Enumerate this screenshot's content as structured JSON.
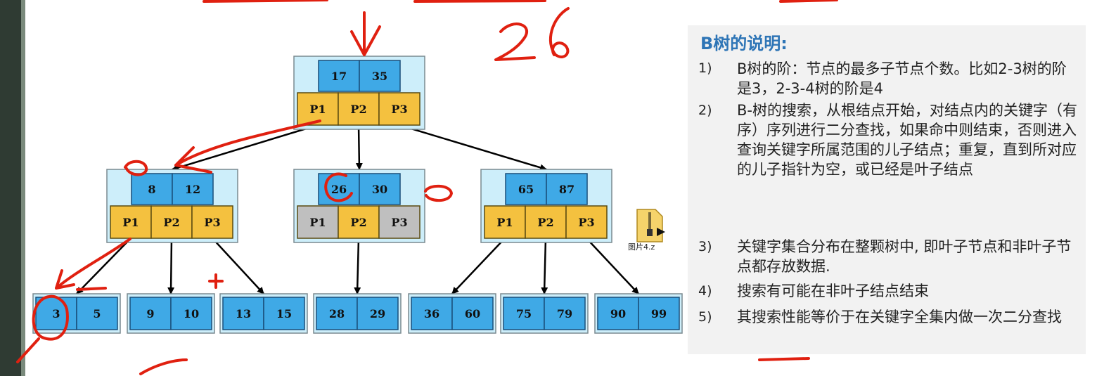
{
  "tree": {
    "root": {
      "keys": [
        "17",
        "35"
      ],
      "pointers": [
        "P1",
        "P2",
        "P3"
      ]
    },
    "internal": [
      {
        "keys": [
          "8",
          "12"
        ],
        "pointers": [
          "P1",
          "P2",
          "P3"
        ],
        "pointer_state": [
          "filled",
          "filled",
          "filled"
        ]
      },
      {
        "keys": [
          "26",
          "30"
        ],
        "pointers": [
          "P1",
          "P2",
          "P3"
        ],
        "pointer_state": [
          "empty",
          "filled",
          "empty"
        ]
      },
      {
        "keys": [
          "65",
          "87"
        ],
        "pointers": [
          "P1",
          "P2",
          "P3"
        ],
        "pointer_state": [
          "filled",
          "filled",
          "filled"
        ]
      }
    ],
    "leaves": [
      [
        "3",
        "5"
      ],
      [
        "9",
        "10"
      ],
      [
        "13",
        "15"
      ],
      [
        "28",
        "29"
      ],
      [
        "36",
        "60"
      ],
      [
        "75",
        "79"
      ],
      [
        "90",
        "99"
      ]
    ]
  },
  "colors": {
    "key_cell": "#3fa9e6",
    "pointer_filled": "#f4c13f",
    "pointer_empty": "#bfbfbf",
    "node_bg": "#cdeefa",
    "title_blue": "#2e75b6",
    "annotation_red": "#e02010"
  },
  "file_icon": {
    "icon": "zip-file-icon",
    "name": "图片4.z"
  },
  "description": {
    "title": "B树的说明:",
    "items": [
      {
        "num": "1)",
        "text": "B树的阶：节点的最多子节点个数。比如2-3树的阶是3，2-3-4树的阶是4"
      },
      {
        "num": "2)",
        "text": "B-树的搜索，从根结点开始，对结点内的关键字（有序）序列进行二分查找，如果命中则结束，否则进入查询关键字所属范围的儿子结点；重复，直到所对应的儿子指针为空，或已经是叶子结点"
      },
      {
        "num": "3)",
        "text": "关键字集合分布在整颗树中, 即叶子节点和非叶子节点都存放数据."
      },
      {
        "num": "4)",
        "text": "搜索有可能在非叶子结点结束"
      },
      {
        "num": "5)",
        "text": "其搜索性能等价于在关键字全集内做一次二分查找"
      }
    ]
  },
  "annotations": {
    "handwritten_number": "26",
    "plus_mark": "+"
  }
}
